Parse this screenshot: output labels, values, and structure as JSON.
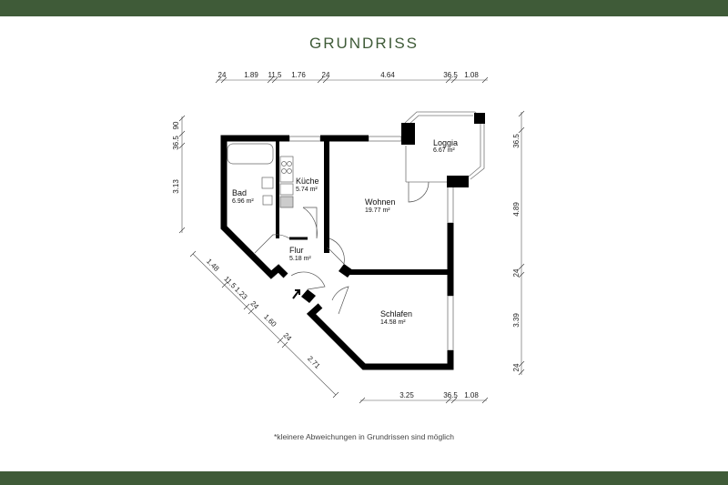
{
  "header": {
    "title": "GRUNDRISS"
  },
  "footer": {
    "note": "*kleinere Abweichungen in Grundrissen sind möglich"
  },
  "colors": {
    "brand": "#3f5b38",
    "walls": "#000000"
  },
  "rooms": [
    {
      "name": "Bad",
      "area": "6.96 m²"
    },
    {
      "name": "Küche",
      "area": "5.74 m²"
    },
    {
      "name": "Wohnen",
      "area": "19.77 m²"
    },
    {
      "name": "Loggia",
      "area": "6.67 m²"
    },
    {
      "name": "Flur",
      "area": "5.18 m²"
    },
    {
      "name": "Schlafen",
      "area": "14.58 m²"
    }
  ],
  "dimensions": {
    "top": [
      "24",
      "1.89",
      "11.5",
      "1.76",
      "24",
      "4.64",
      "36.5",
      "1.08"
    ],
    "left": [
      "90",
      "36.5",
      "3.13"
    ],
    "right": [
      "36.5",
      "4.89",
      "24",
      "3.39",
      "24"
    ],
    "bottom": [
      "3.25",
      "36.5",
      "1.08"
    ],
    "diagonal": [
      "1.48",
      "11.5",
      "1.23",
      "24",
      "1.60",
      "24",
      "2.71"
    ]
  }
}
